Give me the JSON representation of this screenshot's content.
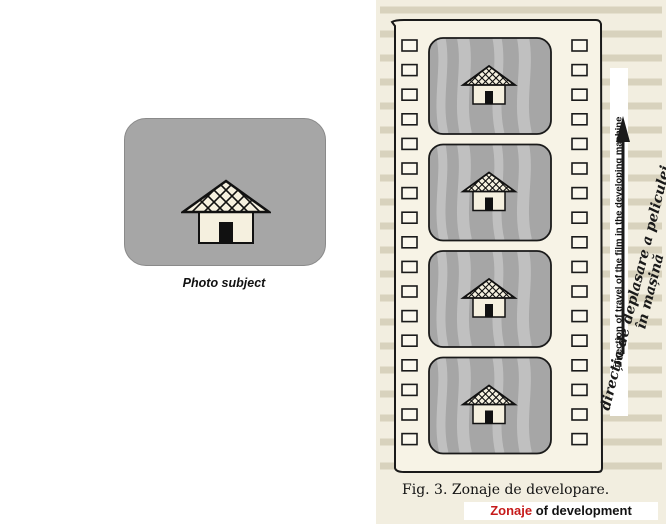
{
  "subject": {
    "caption": "Photo subject"
  },
  "film": {
    "travel_direction_en": "Direction of travel of the film in the developing machine",
    "direction_ro_line1": "direcția de deplasare a peliculei",
    "direction_ro_line2": "în mașină",
    "frame_count": 4
  },
  "figure": {
    "caption_ro": "Fig. 3. Zonaje de developare.",
    "caption_en_word1": "Zonaje",
    "caption_en_word2": "of development"
  },
  "colors": {
    "frame_gray": "#a6a6a6",
    "stripe_light": "#c9c9c9",
    "paper": "#f2eee0",
    "accent_red": "#c61a1a"
  }
}
